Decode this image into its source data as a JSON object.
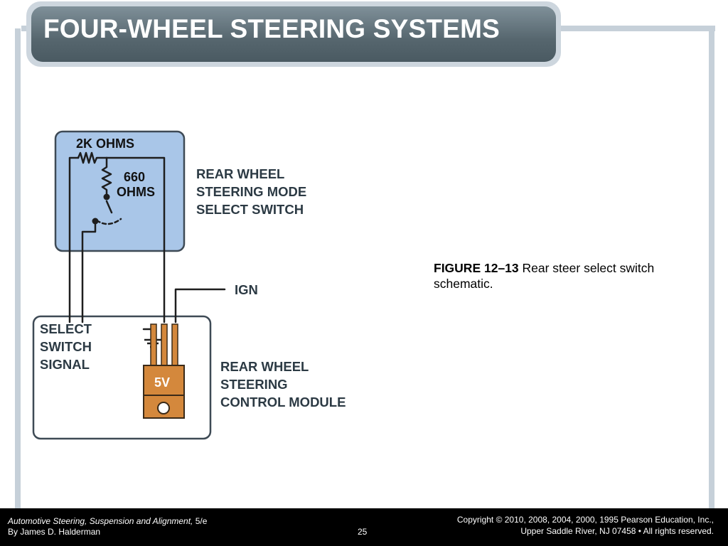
{
  "slide": {
    "title": "FOUR-WHEEL STEERING SYSTEMS"
  },
  "diagram": {
    "switch_box": {
      "resistor1_label": "2K OHMS",
      "resistor2_label_line1": "660",
      "resistor2_label_line2": "OHMS",
      "fill_color": "#a9c6e8"
    },
    "switch_label": [
      "REAR WHEEL",
      "STEERING MODE",
      "SELECT SWITCH"
    ],
    "ign_label": "IGN",
    "module_box": {
      "signal_label": [
        "SELECT",
        "SWITCH",
        "SIGNAL"
      ],
      "regulator_label": "5V",
      "regulator_color": "#d4883c"
    },
    "module_label": [
      "REAR WHEEL",
      "STEERING",
      "CONTROL MODULE"
    ]
  },
  "caption": {
    "figure_number": "FIGURE 12–13",
    "text": " Rear steer select switch schematic."
  },
  "footer": {
    "book_title": "Automotive Steering, Suspension and Alignment,",
    "edition": " 5/e",
    "author": "By James D. Halderman",
    "page_number": "25",
    "copyright_line1": "Copyright © 2010, 2008, 2004, 2000, 1995 Pearson Education, Inc.,",
    "copyright_line2": "Upper Saddle River, NJ 07458 • All rights reserved."
  }
}
